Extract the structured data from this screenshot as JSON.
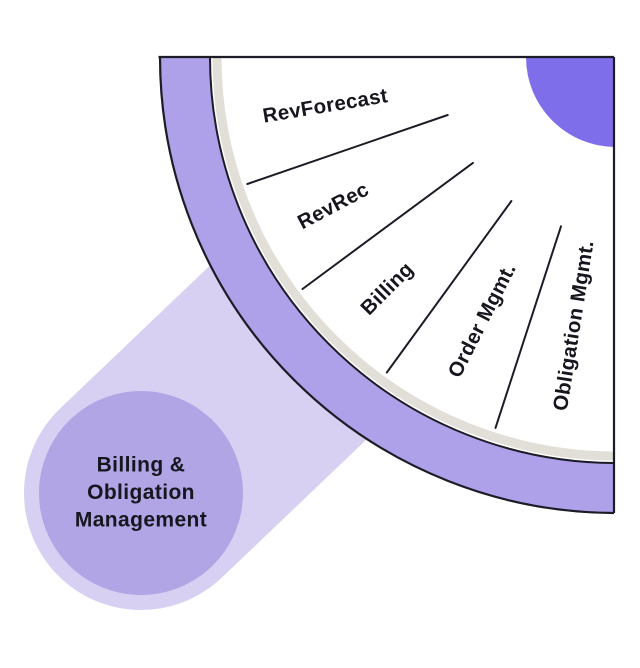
{
  "colors": {
    "background": "#ffffff",
    "band": "#d7d0f2",
    "ring": "#aea0e9",
    "hub": "#7e6ee9",
    "face": "#ffffff",
    "rim_shadow": "#e2ded8",
    "outline": "#1c1c26",
    "callout_fill": "#b1a5e5",
    "text": "#16161e"
  },
  "wheel": {
    "segments": [
      {
        "label": "RevForecast"
      },
      {
        "label": "RevRec"
      },
      {
        "label": "Billing"
      },
      {
        "label": "Order Mgmt."
      },
      {
        "label": "Obligation Mgmt."
      }
    ]
  },
  "callout": {
    "title_lines": [
      "Billing &",
      "Obligation",
      "Management"
    ]
  }
}
